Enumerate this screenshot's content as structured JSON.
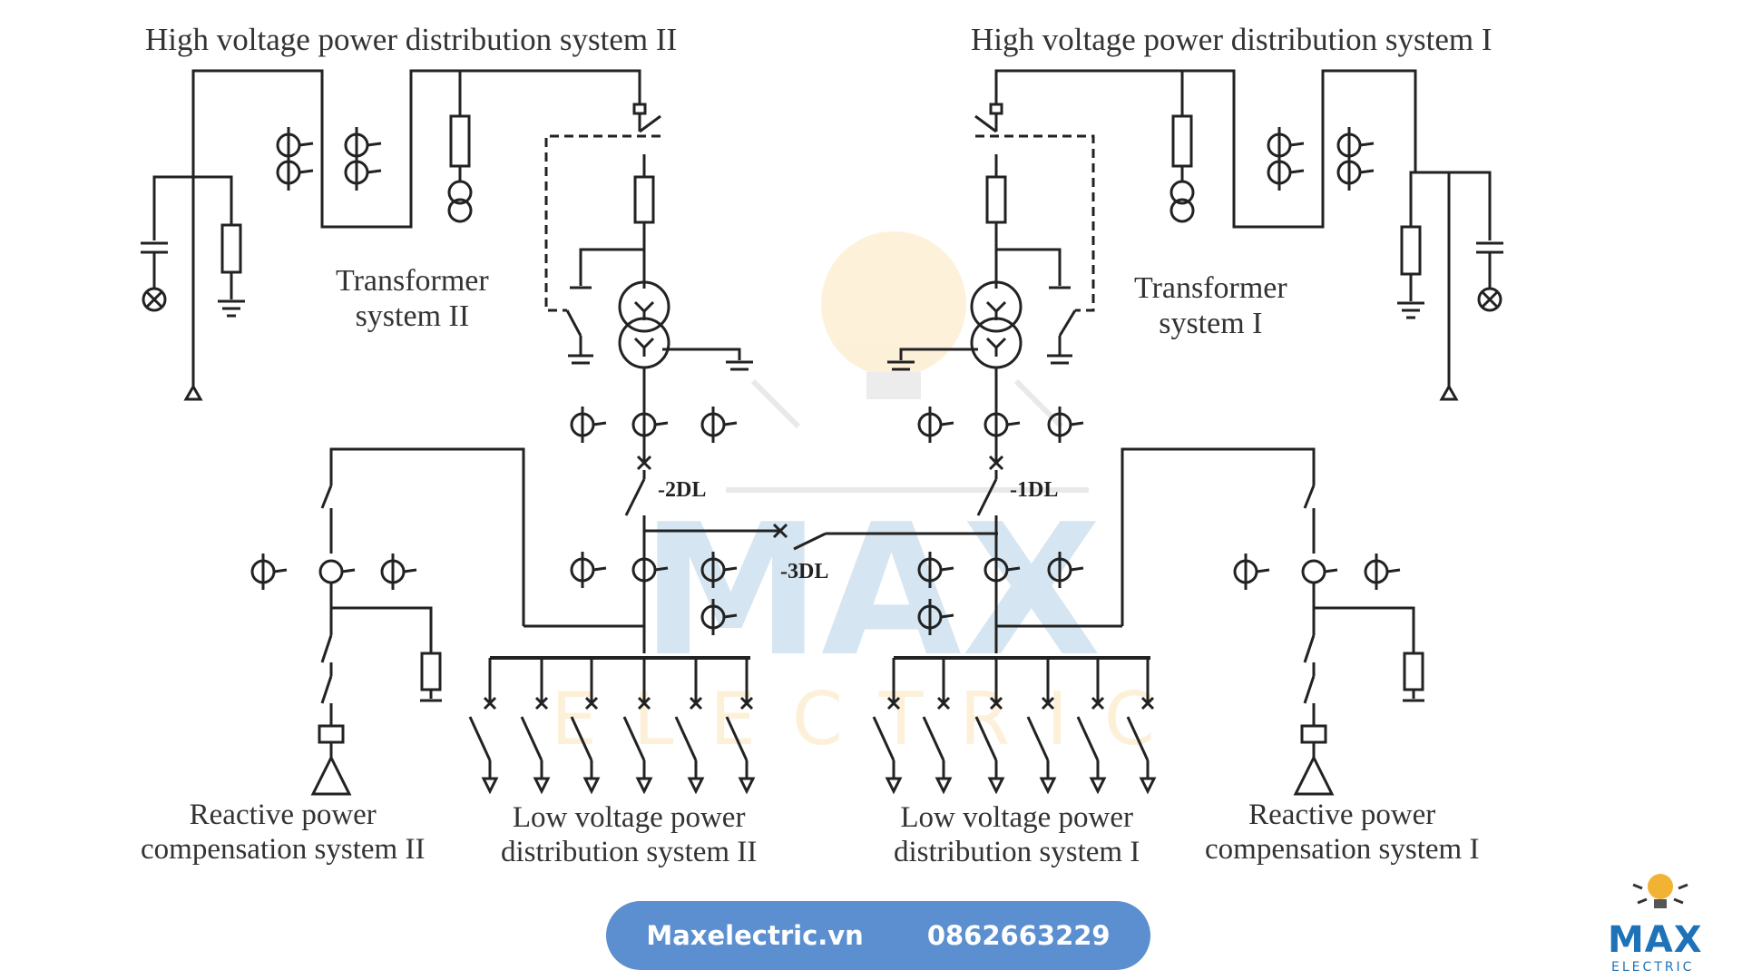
{
  "labels": {
    "hv_ii": "High voltage power distribution system II",
    "hv_i": "High voltage power distribution system I",
    "tr_ii_line1": "Transformer",
    "tr_ii_line2": "system II",
    "tr_i_line1": "Transformer",
    "tr_i_line2": "system I",
    "rp_ii_line1": "Reactive power",
    "rp_ii_line2": "compensation system II",
    "lv_ii_line1": "Low voltage power",
    "lv_ii_line2": "distribution system II",
    "lv_i_line1": "Low voltage power",
    "lv_i_line2": "distribution system I",
    "rp_i_line1": "Reactive power",
    "rp_i_line2": "compensation system I"
  },
  "breakers": {
    "b2": "-2DL",
    "b1": "-1DL",
    "b3": "-3DL"
  },
  "footer": {
    "website": "Maxelectric.vn",
    "phone": "0862663229"
  },
  "watermark": {
    "brand": "MAX",
    "sub": "ELECTRIC"
  },
  "logo": {
    "brand": "MAX",
    "sub": "ELECTRIC"
  },
  "colors": {
    "line": "#222222",
    "pill": "#5b8fd0",
    "brand_blue": "#1d72b8",
    "bulb_yellow": "#f2b233"
  }
}
